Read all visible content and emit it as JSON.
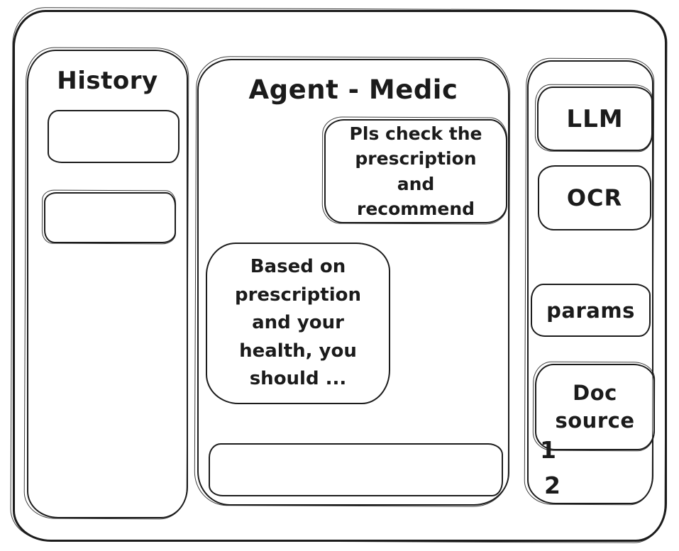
{
  "colors": {
    "stroke": "#1c1c1c",
    "background": "#ffffff",
    "text": "#1b1b1b"
  },
  "history_panel": {
    "title": "History",
    "items": [
      {
        "label": ""
      },
      {
        "label": ""
      }
    ]
  },
  "chat": {
    "title": "Agent - Medic",
    "messages": [
      {
        "role": "user",
        "text": "Pls check the prescription and recommend"
      },
      {
        "role": "assistant",
        "text": "Based on prescription and your health, you should ..."
      }
    ],
    "input": {
      "value": "",
      "placeholder": ""
    }
  },
  "tools_panel": {
    "buttons": [
      {
        "label": "LLM"
      },
      {
        "label": "OCR"
      },
      {
        "label": "params"
      },
      {
        "label": "Doc source"
      }
    ],
    "doc_sources": [
      "1",
      "2"
    ]
  }
}
